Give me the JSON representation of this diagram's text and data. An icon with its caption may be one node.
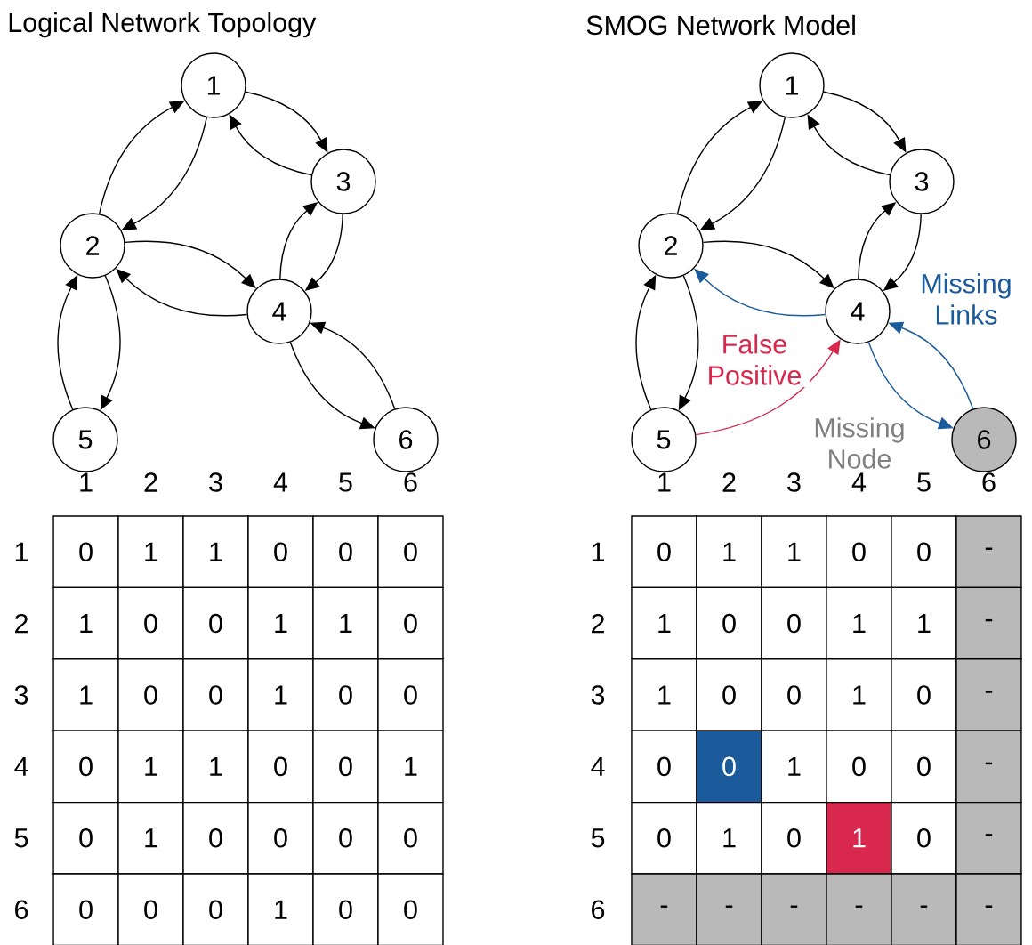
{
  "diagram": {
    "nodes": [
      {
        "text": [
          "1"
        ]
      },
      {
        "text": [
          "2"
        ]
      },
      {
        "text": [
          "3"
        ]
      },
      {
        "text": [
          "4"
        ]
      },
      {
        "text": [
          "5"
        ]
      },
      {
        "text": [
          "6"
        ]
      },
      {
        "text": [
          "1"
        ]
      },
      {
        "text": [
          "2"
        ]
      },
      {
        "text": [
          "3"
        ]
      },
      {
        "text": [
          "4"
        ]
      },
      {
        "text": [
          "5"
        ]
      },
      {
        "text": [
          "6"
        ],
        "beside": [
          "Missing Node"
        ]
      }
    ],
    "edges": [
      {
        "from": 0,
        "to": 1,
        "arrow": "to"
      },
      {
        "from": 1,
        "to": 0,
        "arrow": "to"
      },
      {
        "from": 0,
        "to": 2,
        "arrow": "to"
      },
      {
        "from": 2,
        "to": 0,
        "arrow": "to"
      },
      {
        "from": 2,
        "to": 3,
        "arrow": "to"
      },
      {
        "from": 3,
        "to": 2,
        "arrow": "to"
      },
      {
        "from": 1,
        "to": 3,
        "arrow": "to"
      },
      {
        "from": 3,
        "to": 1,
        "arrow": "to"
      },
      {
        "from": 1,
        "to": 4,
        "arrow": "to"
      },
      {
        "from": 4,
        "to": 1,
        "arrow": "to"
      },
      {
        "from": 3,
        "to": 5,
        "arrow": "to"
      },
      {
        "from": 5,
        "to": 3,
        "arrow": "to"
      },
      {
        "from": 6,
        "to": 7,
        "arrow": "to"
      },
      {
        "from": 7,
        "to": 6,
        "arrow": "to"
      },
      {
        "from": 6,
        "to": 8,
        "arrow": "to"
      },
      {
        "from": 8,
        "to": 6,
        "arrow": "to"
      },
      {
        "from": 8,
        "to": 9,
        "arrow": "to"
      },
      {
        "from": 9,
        "to": 8,
        "arrow": "to"
      },
      {
        "from": 7,
        "to": 9,
        "arrow": "to"
      },
      {
        "from": 9,
        "to": 7,
        "arrow": "to",
        "color": "#1b5b9b"
      },
      {
        "from": 7,
        "to": 10,
        "arrow": "to"
      },
      {
        "from": 10,
        "to": 7,
        "arrow": "to"
      },
      {
        "from": 9,
        "to": 11,
        "arrow": "to",
        "color": "#1b5b9b"
      },
      {
        "from": 11,
        "to": 9,
        "arrow": "to",
        "color": "#1b5b9b",
        "label": "Missing Links"
      },
      {
        "from": 10,
        "to": 9,
        "arrow": "to",
        "color": "#d8284e",
        "label": "False Positive"
      }
    ],
    "labels": [
      "Logical Network Topology",
      "SMOG Network Model",
      "1",
      "2",
      "3",
      "4",
      "5",
      "6",
      "1",
      "0",
      "1",
      "1",
      "0",
      "0",
      "0",
      "2",
      "1",
      "0",
      "0",
      "1",
      "1",
      "0",
      "3",
      "1",
      "0",
      "0",
      "1",
      "0",
      "0",
      "4",
      "0",
      "1",
      "1",
      "0",
      "0",
      "1",
      "5",
      "0",
      "1",
      "0",
      "0",
      "0",
      "0",
      "6",
      "0",
      "0",
      "0",
      "1",
      "0",
      "0",
      "1",
      "2",
      "3",
      "4",
      "5",
      "6",
      "1",
      "0",
      "1",
      "1",
      "0",
      "0",
      "-",
      "2",
      "1",
      "0",
      "0",
      "1",
      "1",
      "-",
      "3",
      "1",
      "0",
      "0",
      "1",
      "0",
      "-",
      "4",
      "0",
      "0",
      "1",
      "0",
      "0",
      "-",
      "5",
      "0",
      "1",
      "0",
      "1",
      "0",
      "-",
      "6",
      "-",
      "-",
      "-",
      "-",
      "-",
      "-"
    ]
  }
}
